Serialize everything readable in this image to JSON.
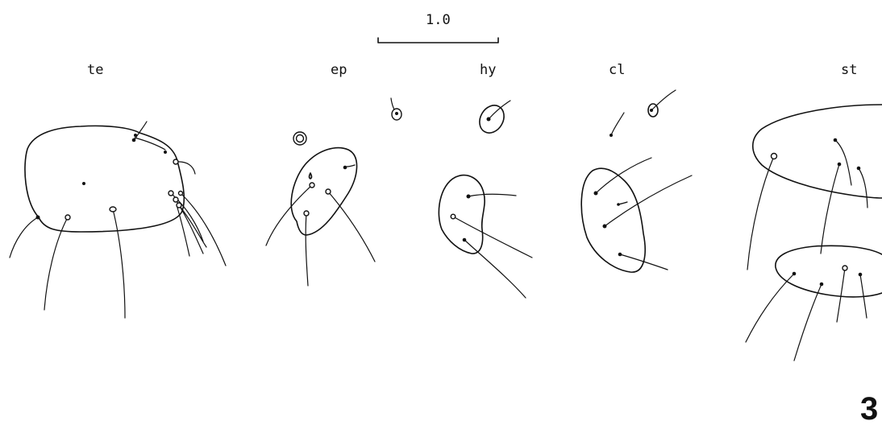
{
  "scale_bar": {
    "label": "1.0"
  },
  "panels": [
    {
      "id": "te",
      "label": "te"
    },
    {
      "id": "ep",
      "label": "ep"
    },
    {
      "id": "hy",
      "label": "hy"
    },
    {
      "id": "cl",
      "label": "cl"
    },
    {
      "id": "st",
      "label": "st"
    }
  ],
  "figure_number": "3"
}
